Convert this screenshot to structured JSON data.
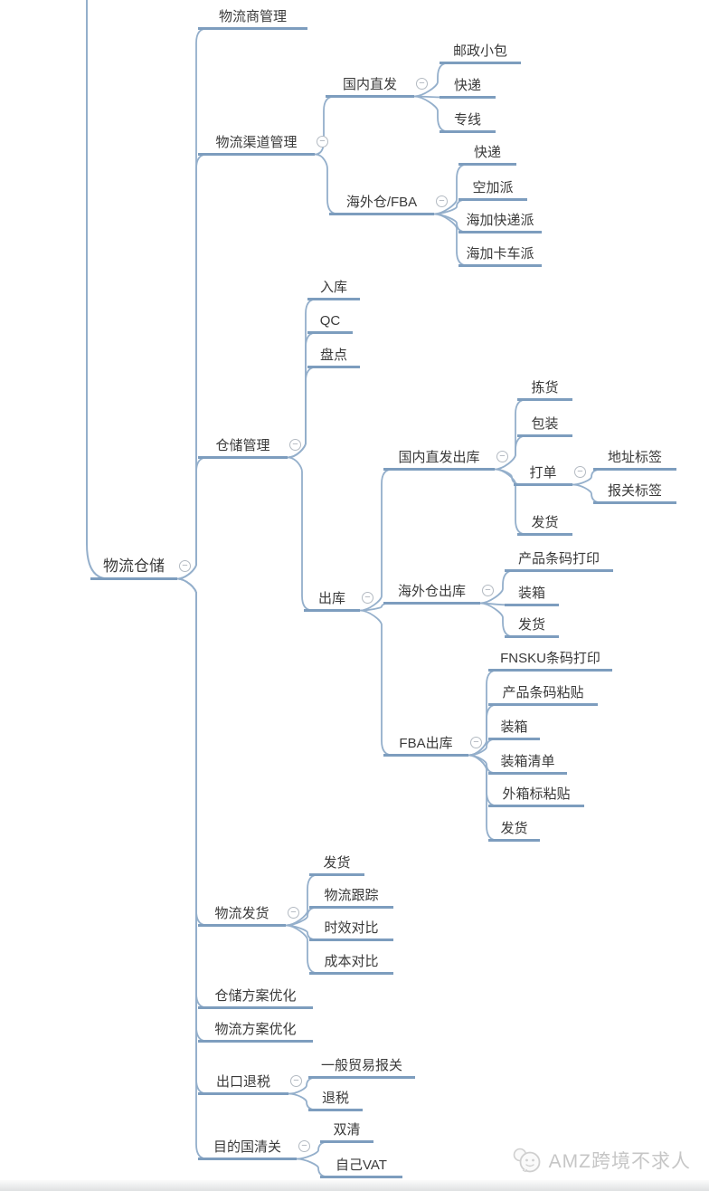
{
  "mindmap": {
    "root": {
      "label": "物流仓储"
    },
    "children": [
      {
        "label": "物流商管理"
      },
      {
        "label": "物流渠道管理",
        "children": [
          {
            "label": "国内直发",
            "children": [
              {
                "label": "邮政小包"
              },
              {
                "label": "快递"
              },
              {
                "label": "专线"
              }
            ]
          },
          {
            "label": "海外仓/FBA",
            "children": [
              {
                "label": "快递"
              },
              {
                "label": "空加派"
              },
              {
                "label": "海加快递派"
              },
              {
                "label": "海加卡车派"
              }
            ]
          }
        ]
      },
      {
        "label": "仓储管理",
        "children": [
          {
            "label": "入库"
          },
          {
            "label": "QC"
          },
          {
            "label": "盘点"
          },
          {
            "label": "出库",
            "children": [
              {
                "label": "国内直发出库",
                "children": [
                  {
                    "label": "拣货"
                  },
                  {
                    "label": "包装"
                  },
                  {
                    "label": "打单",
                    "children": [
                      {
                        "label": "地址标签"
                      },
                      {
                        "label": "报关标签"
                      }
                    ]
                  },
                  {
                    "label": "发货"
                  }
                ]
              },
              {
                "label": "海外仓出库",
                "children": [
                  {
                    "label": "产品条码打印"
                  },
                  {
                    "label": "装箱"
                  },
                  {
                    "label": "发货"
                  }
                ]
              },
              {
                "label": "FBA出库",
                "children": [
                  {
                    "label": "FNSKU条码打印"
                  },
                  {
                    "label": "产品条码粘贴"
                  },
                  {
                    "label": "装箱"
                  },
                  {
                    "label": "装箱清单"
                  },
                  {
                    "label": "外箱标粘贴"
                  },
                  {
                    "label": "发货"
                  }
                ]
              }
            ]
          }
        ]
      },
      {
        "label": "物流发货",
        "children": [
          {
            "label": "发货"
          },
          {
            "label": "物流跟踪"
          },
          {
            "label": "时效对比"
          },
          {
            "label": "成本对比"
          }
        ]
      },
      {
        "label": "仓储方案优化"
      },
      {
        "label": "物流方案优化"
      },
      {
        "label": "出口退税",
        "children": [
          {
            "label": "一般贸易报关"
          },
          {
            "label": "退税"
          }
        ]
      },
      {
        "label": "目的国清关",
        "children": [
          {
            "label": "双清"
          },
          {
            "label": "自己VAT"
          }
        ]
      }
    ]
  },
  "icons": {
    "collapse": "−"
  },
  "watermark": {
    "text": "AMZ跨境不求人"
  },
  "colors": {
    "branch": "#7d9dbe",
    "connector": "#94afcb",
    "text": "#3a3a3a",
    "collapse_gray": "#b3bac2",
    "watermark_gray": "#c6c6c6"
  }
}
